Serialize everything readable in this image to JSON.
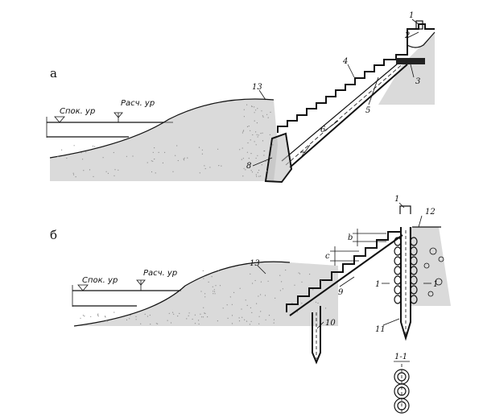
{
  "panels": [
    {
      "id": "a",
      "label": "а",
      "water_levels": {
        "calm": "Спок. ур",
        "design": "Расч. ур"
      },
      "callouts": [
        "1",
        "2",
        "3",
        "4",
        "5",
        "6",
        "7",
        "8",
        "13"
      ]
    },
    {
      "id": "b",
      "label": "б",
      "water_levels": {
        "calm": "Спок. ур",
        "design": "Расч. ур"
      },
      "callouts": [
        "1",
        "9",
        "10",
        "11",
        "12",
        "13"
      ],
      "dimensions": [
        "b",
        "c"
      ],
      "section_marks": [
        "1",
        "1"
      ],
      "section_title": "1-1"
    }
  ],
  "colors": {
    "ink": "#111111",
    "paper": "#ffffff",
    "soil_dots": "#8a8a8a"
  }
}
